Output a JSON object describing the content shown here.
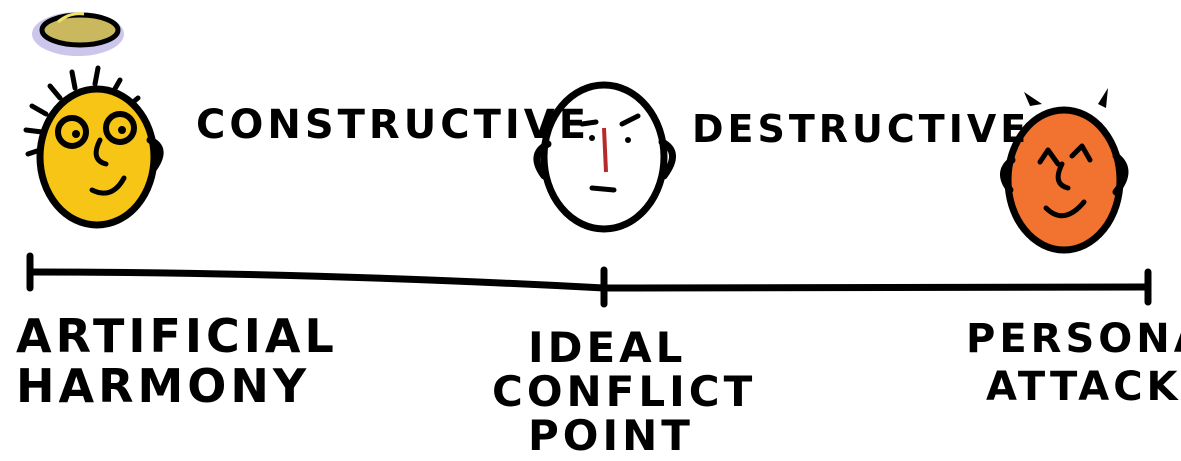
{
  "labels": {
    "constructive": "CONSTRUCTIVE",
    "destructive": "DESTRUCTIVE",
    "left": [
      "ARTIFICIAL",
      "HARMONY"
    ],
    "middle": [
      "IDEAL",
      "CONFLICT",
      "POINT"
    ],
    "right": [
      "PERSONAL",
      "ATTACKS"
    ]
  },
  "faces": {
    "left": {
      "icon": "angel-face-icon",
      "color": "#f7c515"
    },
    "middle": {
      "icon": "neutral-face-icon",
      "color": "#ffffff"
    },
    "right": {
      "icon": "devil-face-icon",
      "color": "#f2722f"
    }
  },
  "colors": {
    "halo_fill": "#c9b85e",
    "halo_glow": "#c7c0ea",
    "ink": "#000000"
  }
}
